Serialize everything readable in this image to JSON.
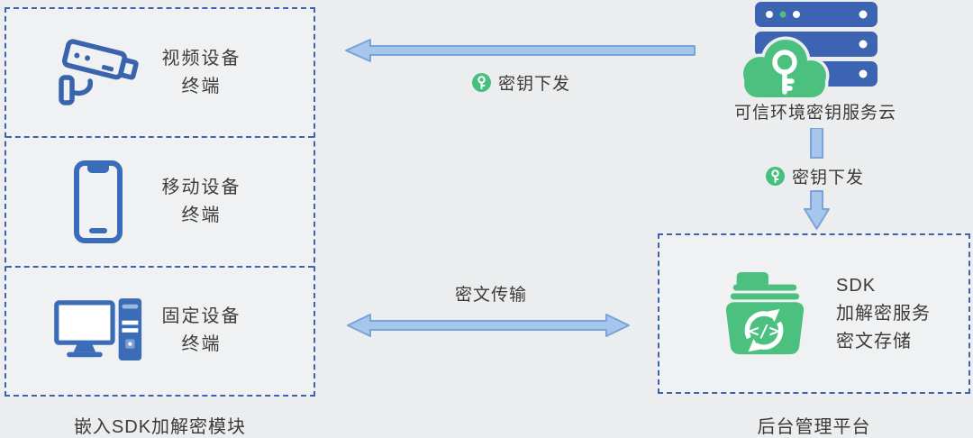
{
  "left_panel": {
    "boxes": [
      {
        "icon": "cctv-camera-icon",
        "line1": "视频设备",
        "line2": "终端"
      },
      {
        "icon": "smartphone-icon",
        "line1": "移动设备",
        "line2": "终端"
      },
      {
        "icon": "desktop-computer-icon",
        "line1": "固定设备",
        "line2": "终端"
      }
    ],
    "caption": "嵌入SDK加解密模块"
  },
  "cloud_service": {
    "icon": "server-cloud-key-icon",
    "label": "可信环境密钥服务云"
  },
  "backend_panel": {
    "icon": "folder-sync-code-icon",
    "line1": "SDK",
    "line2": "加解密服务",
    "line3": "密文存储",
    "caption": "后台管理平台"
  },
  "arrows": {
    "key_top": {
      "label": "密钥下发",
      "icon": "key-badge-icon",
      "direction": "left"
    },
    "key_vertical": {
      "label": "密钥下发",
      "icon": "key-badge-icon",
      "direction": "down"
    },
    "ciphertext": {
      "label": "密文传输",
      "direction": "both"
    }
  },
  "colors": {
    "background": "#ecedee",
    "panel_background": "#f0f1f2",
    "dashed_border_blue": "#3c63b0",
    "icon_blue": "#3a63ae",
    "server_blue": "#3d63b3",
    "arrow_fill": "#a7c6ee",
    "arrow_stroke": "#7aa3d8",
    "green": "#4cc07f",
    "text": "#3a3a3a"
  }
}
